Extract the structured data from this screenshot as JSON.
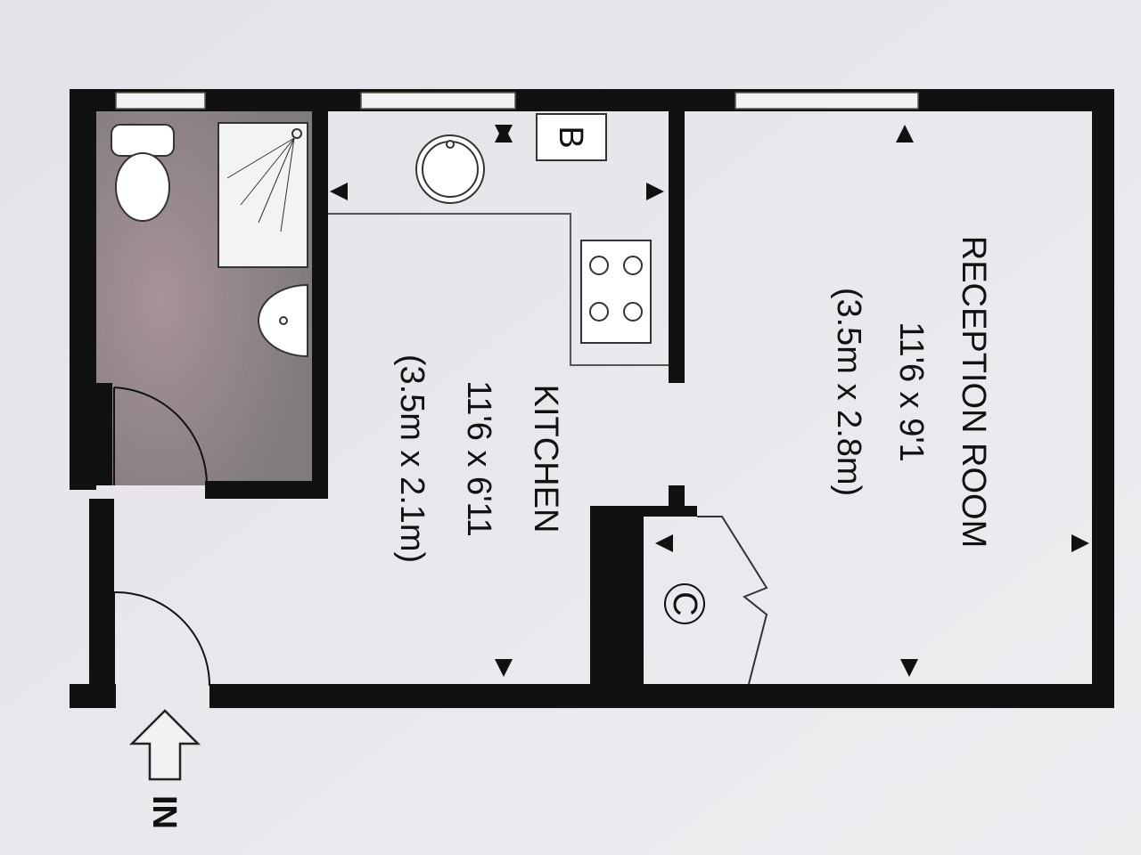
{
  "rooms": {
    "reception": {
      "name": "RECEPTION ROOM",
      "imperial": "11'6 x 9'1",
      "metric": "(3.5m x 2.8m)"
    },
    "kitchen": {
      "name": "KITCHEN",
      "imperial": "11'6 x 6'11",
      "metric": "(3.5m x 2.1m)"
    }
  },
  "fixtures": {
    "boiler": "B",
    "cupboard": "C"
  },
  "entrance": {
    "label": "IN"
  },
  "colors": {
    "paper": "#e9e7ec",
    "wall": "#111111",
    "bathroom": "#8f8a8c"
  }
}
